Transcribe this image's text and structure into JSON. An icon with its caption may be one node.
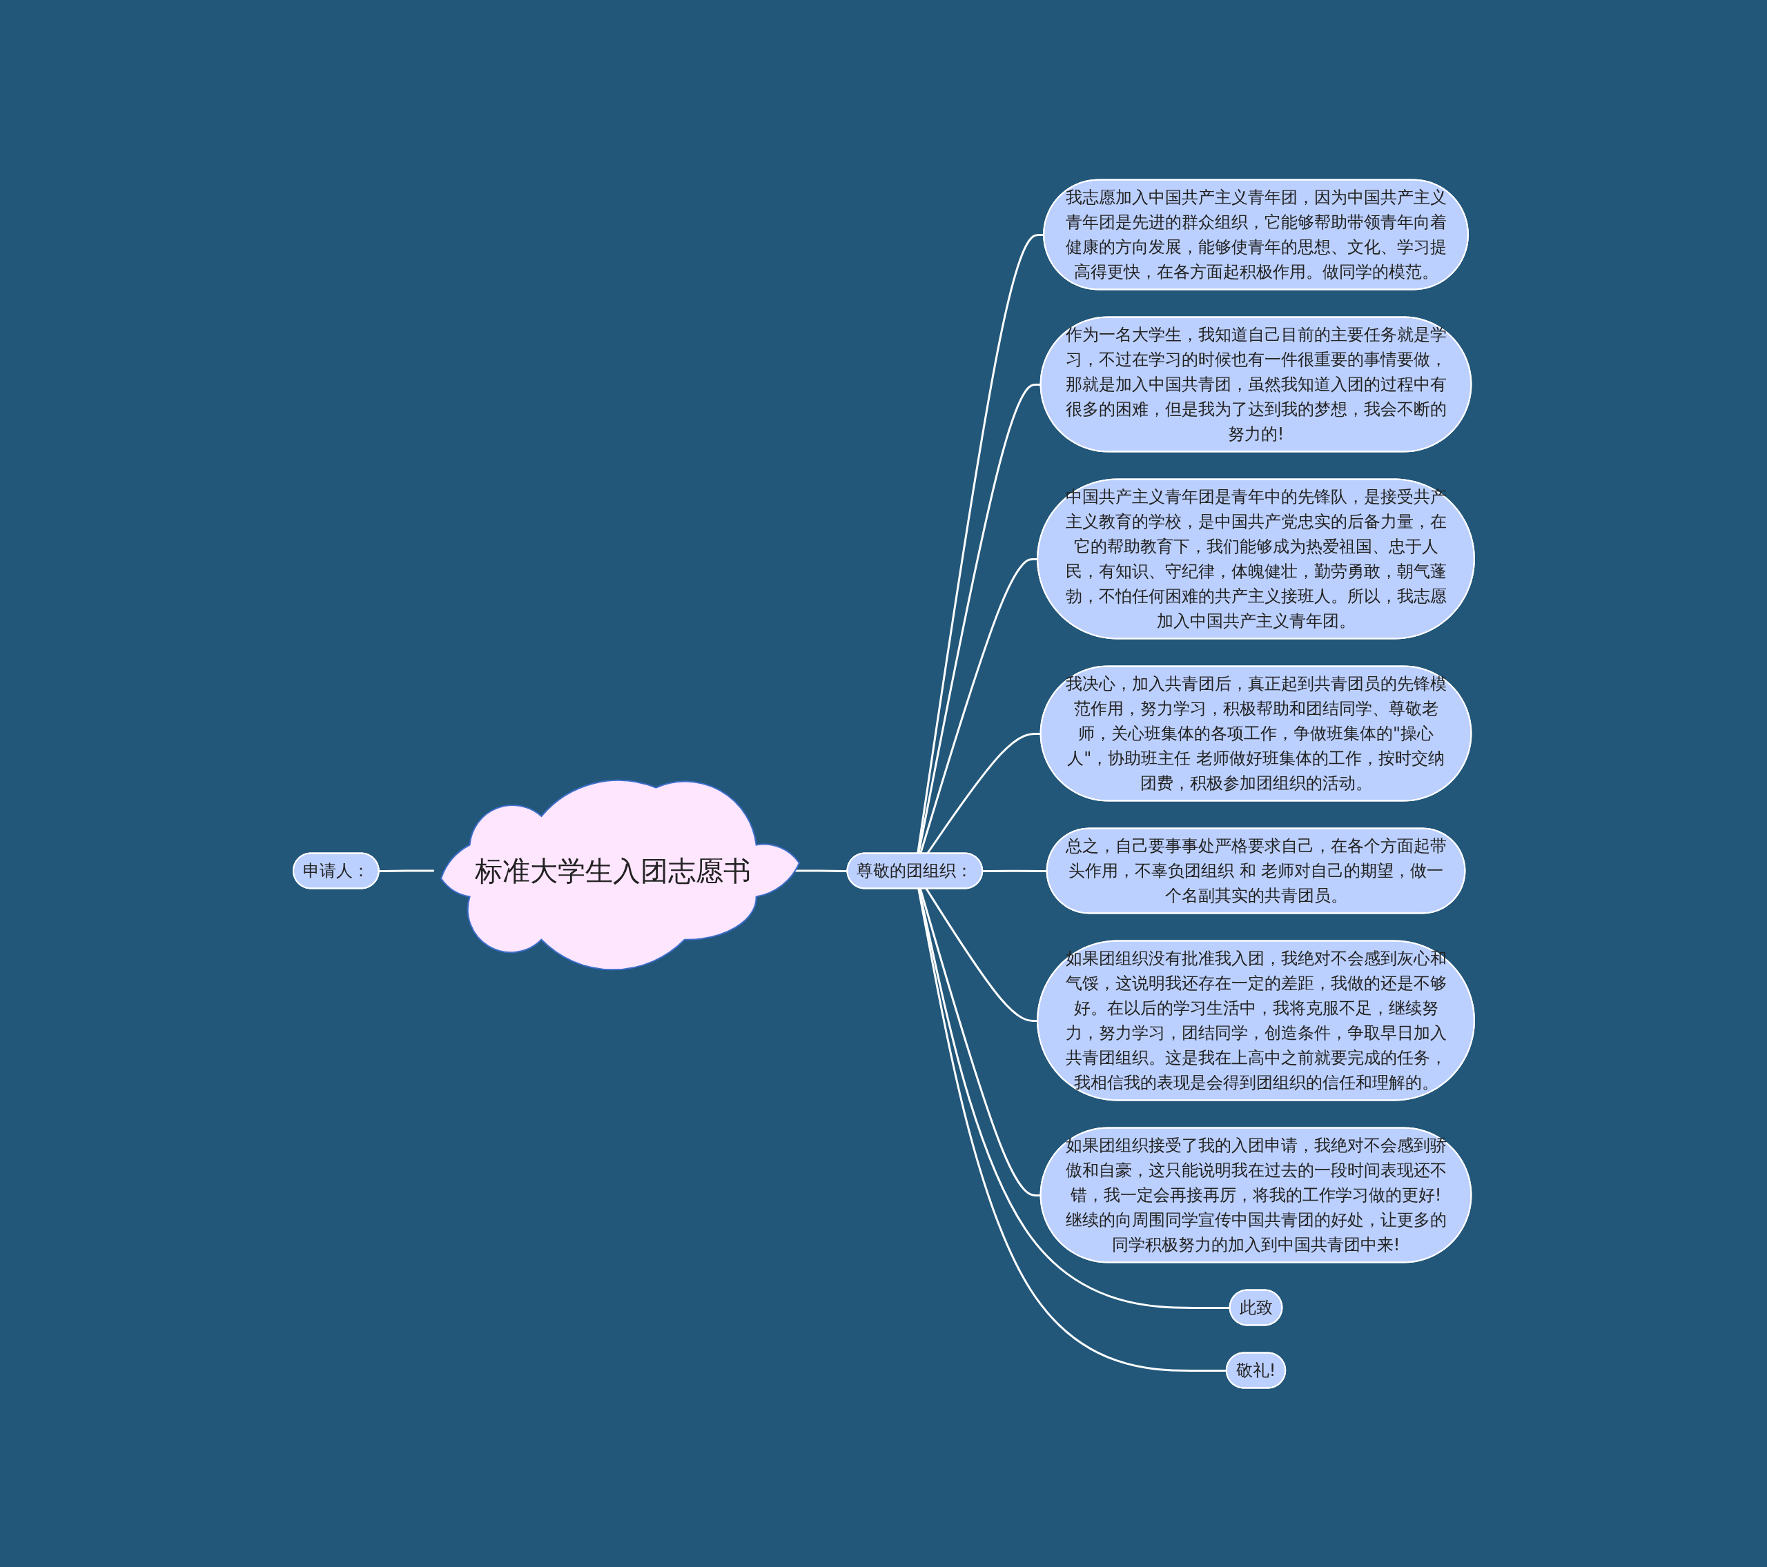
{
  "diagram": {
    "nodes": [
      {
        "text": [
          "申请人："
        ]
      },
      {
        "text": [
          "标准大学生入团志愿书"
        ]
      },
      {
        "text": [
          "尊敬的团组织："
        ]
      },
      {
        "text": [
          "我志愿加入中国共产主义青年团，因为中国共产主义青年团是先进的群众组织，它能够帮助带领青年向着健康的方向发展，能够使青年的思想、文化、学习提高得更快，在各方面起积极作用。做同学的模范。"
        ]
      },
      {
        "text": [
          "作为一名大学生，我知道自己目前的主要任务就是学习，不过在学习的时候也有一件很重要的事情要做，那就是加入中国共青团，虽然我知道入团的过程中有很多的困难，但是我为了达到我的梦想，我会不断的努力的!"
        ]
      },
      {
        "text": [
          "中国共产主义青年团是青年中的先锋队，是接受共产主义教育的学校，是中国共产党忠实的后备力量，在它的帮助教育下，我们能够成为热爱祖国、忠于人民，有知识、守纪律，体魄健壮，勤劳勇敢，朝气蓬勃，不怕任何困难的共产主义接班人。所以，我志愿加入中国共产主义青年团。"
        ]
      },
      {
        "text": [
          "我决心，加入共青团后，真正起到共青团员的先锋模范作用，努力学习，积极帮助和团结同学、尊敬老师，关心班集体的各项工作，争做班集体的\"操心人\"，协助班主任 老师做好班集体的工作，按时交纳团费，积极参加团组织的活动。"
        ]
      },
      {
        "text": [
          "总之，自己要事事处严格要求自己，在各个方面起带头作用，不辜负团组织 和 老师对自己的期望，做一个名副其实的共青团员。"
        ]
      },
      {
        "text": [
          "如果团组织没有批准我入团，我绝对不会感到灰心和气馁，这说明我还存在一定的差距，我做的还是不够好。在以后的学习生活中，我将克服不足，继续努力，努力学习，团结同学，创造条件，争取早日加入共青团组织。这是我在上高中之前就要完成的任务，我相信我的表现是会得到团组织的信任和理解的。"
        ]
      },
      {
        "text": [
          "如果团组织接受了我的入团申请，我绝对不会感到骄傲和自豪，这只能说明我在过去的一段时间表现还不错，我一定会再接再厉，将我的工作学习做的更好!继续的向周围同学宣传中国共青团的好处，让更多的同学积极努力的加入到中国共青团中来!"
        ]
      },
      {
        "text": [
          "此致"
        ]
      },
      {
        "text": [
          "敬礼!"
        ]
      }
    ],
    "edges": [
      {
        "from": 0,
        "to": 1,
        "arrow": "none"
      },
      {
        "from": 1,
        "to": 2,
        "arrow": "none"
      },
      {
        "from": 2,
        "to": 3,
        "arrow": "none"
      },
      {
        "from": 2,
        "to": 4,
        "arrow": "none"
      },
      {
        "from": 2,
        "to": 5,
        "arrow": "none"
      },
      {
        "from": 2,
        "to": 6,
        "arrow": "none"
      },
      {
        "from": 2,
        "to": 7,
        "arrow": "none"
      },
      {
        "from": 2,
        "to": 8,
        "arrow": "none"
      },
      {
        "from": 2,
        "to": 9,
        "arrow": "none"
      },
      {
        "from": 2,
        "to": 10,
        "arrow": "none"
      },
      {
        "from": 2,
        "to": 11,
        "arrow": "none"
      }
    ]
  }
}
